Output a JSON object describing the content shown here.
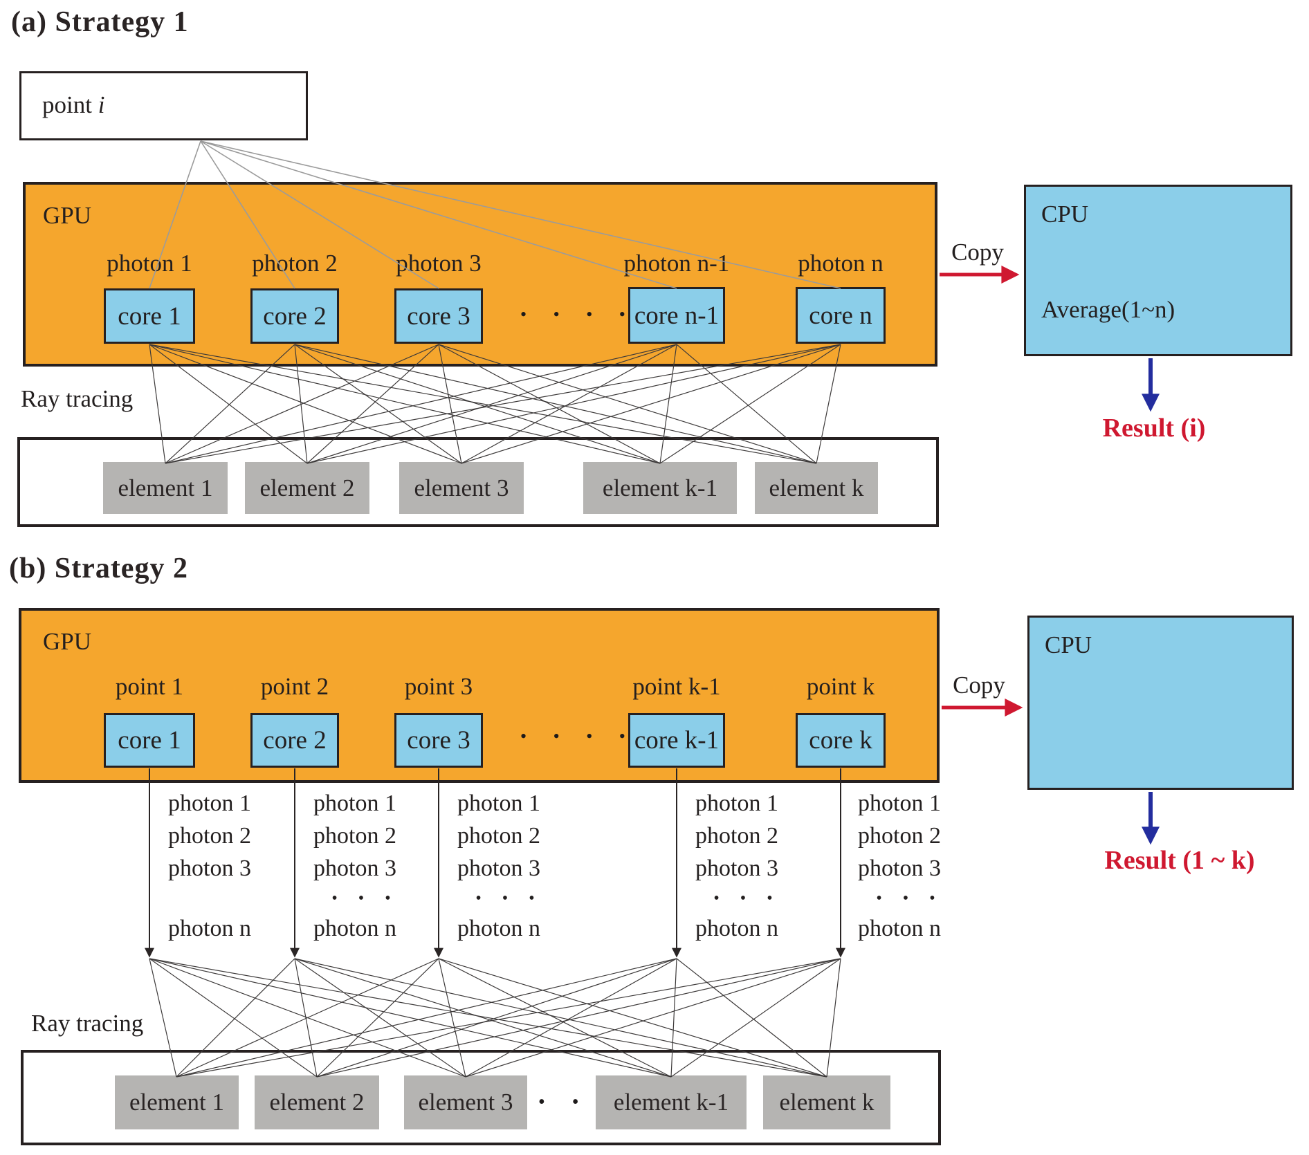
{
  "colors": {
    "gpu_orange": "#f5a62d",
    "core_blue": "#8bcee9",
    "element_gray": "#b5b4b2",
    "arrow_red": "#cf1830",
    "arrow_navy": "#232d9e",
    "text": "#231f1f"
  },
  "strategy1": {
    "heading": "(a) Strategy 1",
    "point_box_prefix": "point ",
    "point_box_var": "i",
    "gpu_label": "GPU",
    "photon_labels": [
      "photon 1",
      "photon 2",
      "photon 3",
      "photon n-1",
      "photon n"
    ],
    "core_labels": [
      "core 1",
      "core 2",
      "core 3",
      "core n-1",
      "core n"
    ],
    "cores_dots": "• • • •",
    "ray_tracing_label": "Ray tracing",
    "element_labels": [
      "element 1",
      "element 2",
      "element 3",
      "element k-1",
      "element k"
    ],
    "copy_label": "Copy",
    "cpu_label": "CPU",
    "cpu_operation": "Average(1~n)",
    "result_label": "Result (i)"
  },
  "strategy2": {
    "heading": "(b) Strategy 2",
    "gpu_label": "GPU",
    "point_labels": [
      "point 1",
      "point 2",
      "point 3",
      "point k-1",
      "point k"
    ],
    "core_labels": [
      "core 1",
      "core 2",
      "core 3",
      "core k-1",
      "core k"
    ],
    "cores_dots": "• • • •",
    "photon_columns": [
      {
        "rows": [
          "photon 1",
          "photon 2",
          "photon 3"
        ],
        "dots": "",
        "last_row": "photon n"
      },
      {
        "rows": [
          "photon 1",
          "photon 2",
          "photon 3"
        ],
        "dots": "• • •",
        "last_row": "photon n"
      },
      {
        "rows": [
          "photon 1",
          "photon 2",
          "photon 3"
        ],
        "dots": "• • •",
        "last_row": "photon n"
      },
      {
        "rows": [
          "photon 1",
          "photon 2",
          "photon 3"
        ],
        "dots": "• • •",
        "last_row": "photon n"
      },
      {
        "rows": [
          "photon 1",
          "photon 2",
          "photon 3"
        ],
        "dots": "• • •",
        "last_row": "photon n"
      }
    ],
    "ray_tracing_label": "Ray tracing",
    "element_labels": [
      "element 1",
      "element 2",
      "element 3",
      "element k-1",
      "element k"
    ],
    "elements_dots": "• • •",
    "copy_label": "Copy",
    "cpu_label": "CPU",
    "result_label": "Result (1 ~ k)"
  }
}
